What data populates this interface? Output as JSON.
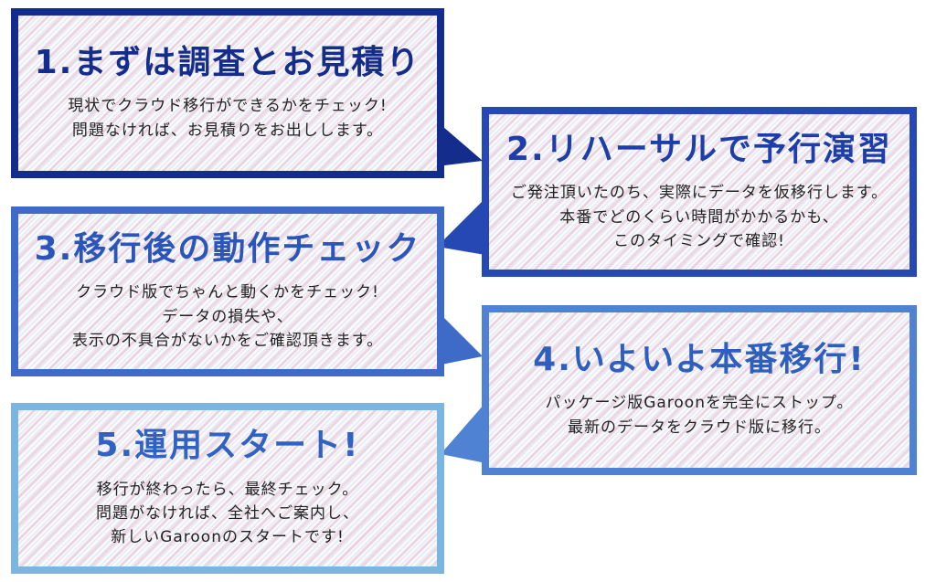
{
  "steps": [
    {
      "title": "1.まずは調査とお見積り",
      "lines": [
        "現状でクラウド移行ができるかをチェック!",
        "問題なければ、お見積りをお出しします。"
      ],
      "color": "#142c8c"
    },
    {
      "title": "2.リハーサルで予行演習",
      "lines": [
        "ご発注頂いたのち、実際にデータを仮移行します。",
        "本番でどのくらい時間がかかるかも、",
        "このタイミングで確認!"
      ],
      "color": "#2648b4"
    },
    {
      "title": "3.移行後の動作チェック",
      "lines": [
        "クラウド版でちゃんと動くかをチェック!",
        "データの損失や、",
        "表示の不具合がないかをご確認頂きます。"
      ],
      "color": "#3e6ac8"
    },
    {
      "title": "4.いよいよ本番移行!",
      "lines": [
        "パッケージ版Garoonを完全にストップ。",
        "最新のデータをクラウド版に移行。"
      ],
      "color": "#4f82d2"
    },
    {
      "title": "5.運用スタート!",
      "lines": [
        "移行が終わったら、最終チェック。",
        "問題がなければ、全社へご案内し、",
        "新しいGaroonのスタートです!"
      ],
      "color": "#7ab6e0"
    }
  ]
}
